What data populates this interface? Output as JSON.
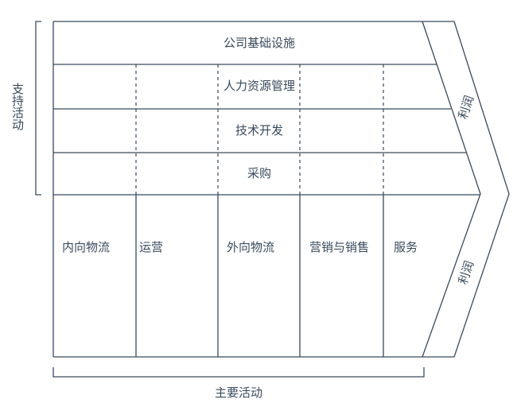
{
  "support_activities": {
    "title": "支持活动",
    "rows": [
      "公司基础设施",
      "人力资源管理",
      "技术开发",
      "采购"
    ]
  },
  "primary_activities": {
    "title": "主要活动",
    "items": [
      "内向物流",
      "运营",
      "外向物流",
      "营销与销售",
      "服务"
    ]
  },
  "margin": {
    "upper_label": "利润",
    "lower_label": "利润"
  },
  "colors": {
    "line": "#3a4a5c",
    "text": "#3a4a5c",
    "background": "#ffffff"
  }
}
